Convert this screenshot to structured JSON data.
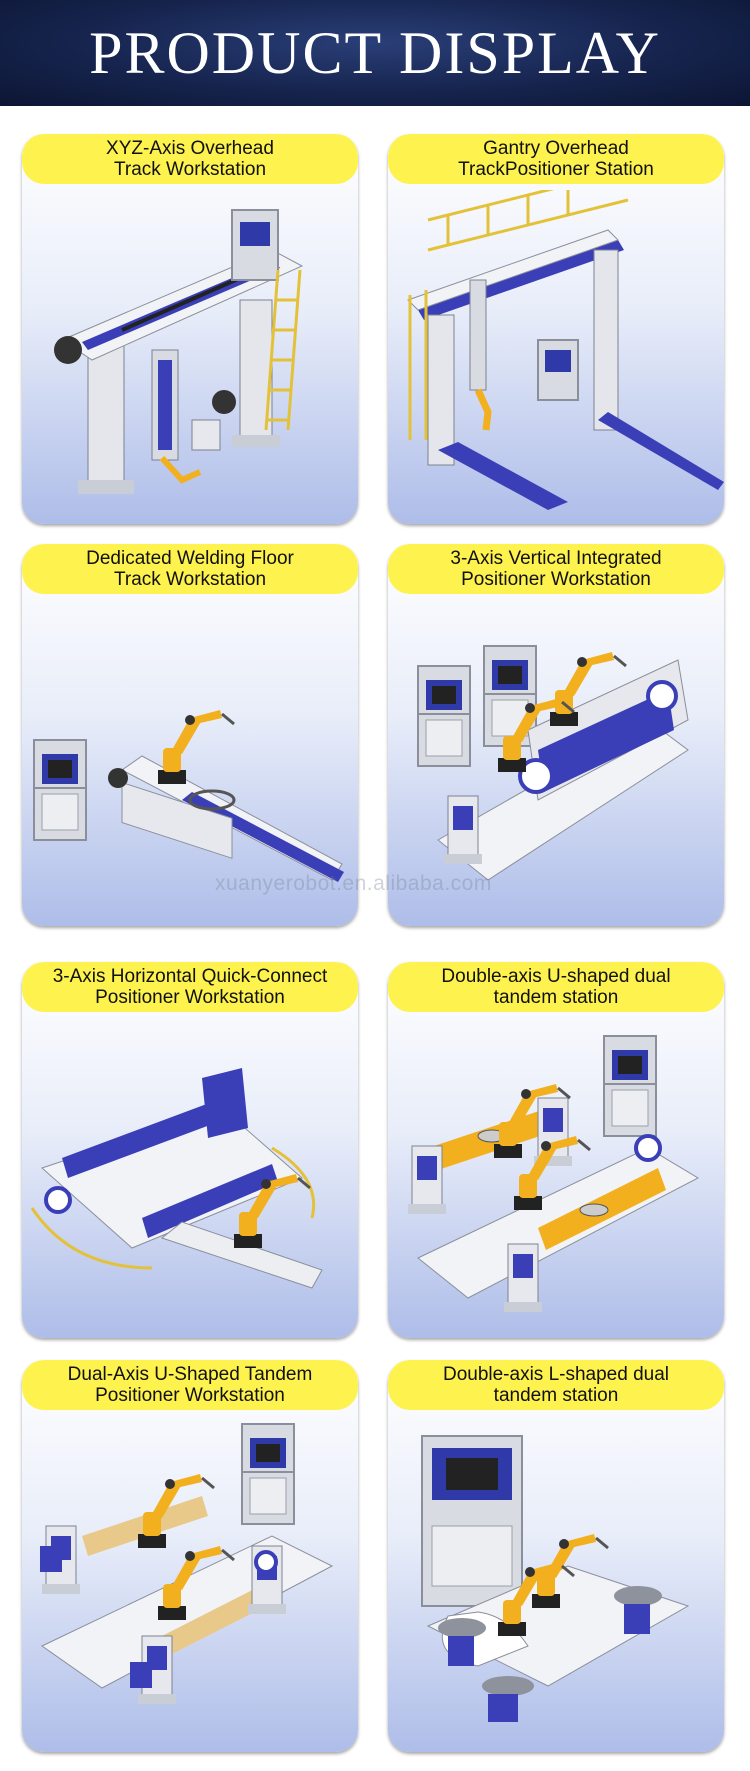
{
  "banner": {
    "title": "PRODUCT DISPLAY"
  },
  "watermark": "xuanyerobot.en.alibaba.com",
  "colors": {
    "banner_bg": "#16244e",
    "label_bg": "#fdf24e",
    "card_gradient_end": "#aebde9",
    "robot_yellow": "#f2b01e",
    "track_blue": "#3a3fb8"
  },
  "products": [
    {
      "label_line1": "XYZ-Axis Overhead",
      "label_line2": "Track Workstation",
      "icon": "overhead-gantry-icon"
    },
    {
      "label_line1": "Gantry Overhead",
      "label_line2": "TrackPositioner Station",
      "icon": "gantry-track-icon"
    },
    {
      "label_line1": "Dedicated Welding Floor",
      "label_line2": "Track Workstation",
      "icon": "floor-track-robot-icon"
    },
    {
      "label_line1": "3-Axis Vertical Integrated",
      "label_line2": "Positioner Workstation",
      "icon": "vertical-positioner-icon"
    },
    {
      "label_line1": "3-Axis Horizontal Quick-Connect",
      "label_line2": "Positioner Workstation",
      "icon": "horizontal-positioner-icon"
    },
    {
      "label_line1": "Double-axis U-shaped dual",
      "label_line2": "tandem station",
      "icon": "u-shaped-station-icon"
    },
    {
      "label_line1": "Dual-Axis U-Shaped Tandem",
      "label_line2": "Positioner Workstation",
      "icon": "u-shaped-tandem-icon"
    },
    {
      "label_line1": "Double-axis L-shaped dual",
      "label_line2": "tandem station",
      "icon": "l-shaped-station-icon"
    }
  ]
}
